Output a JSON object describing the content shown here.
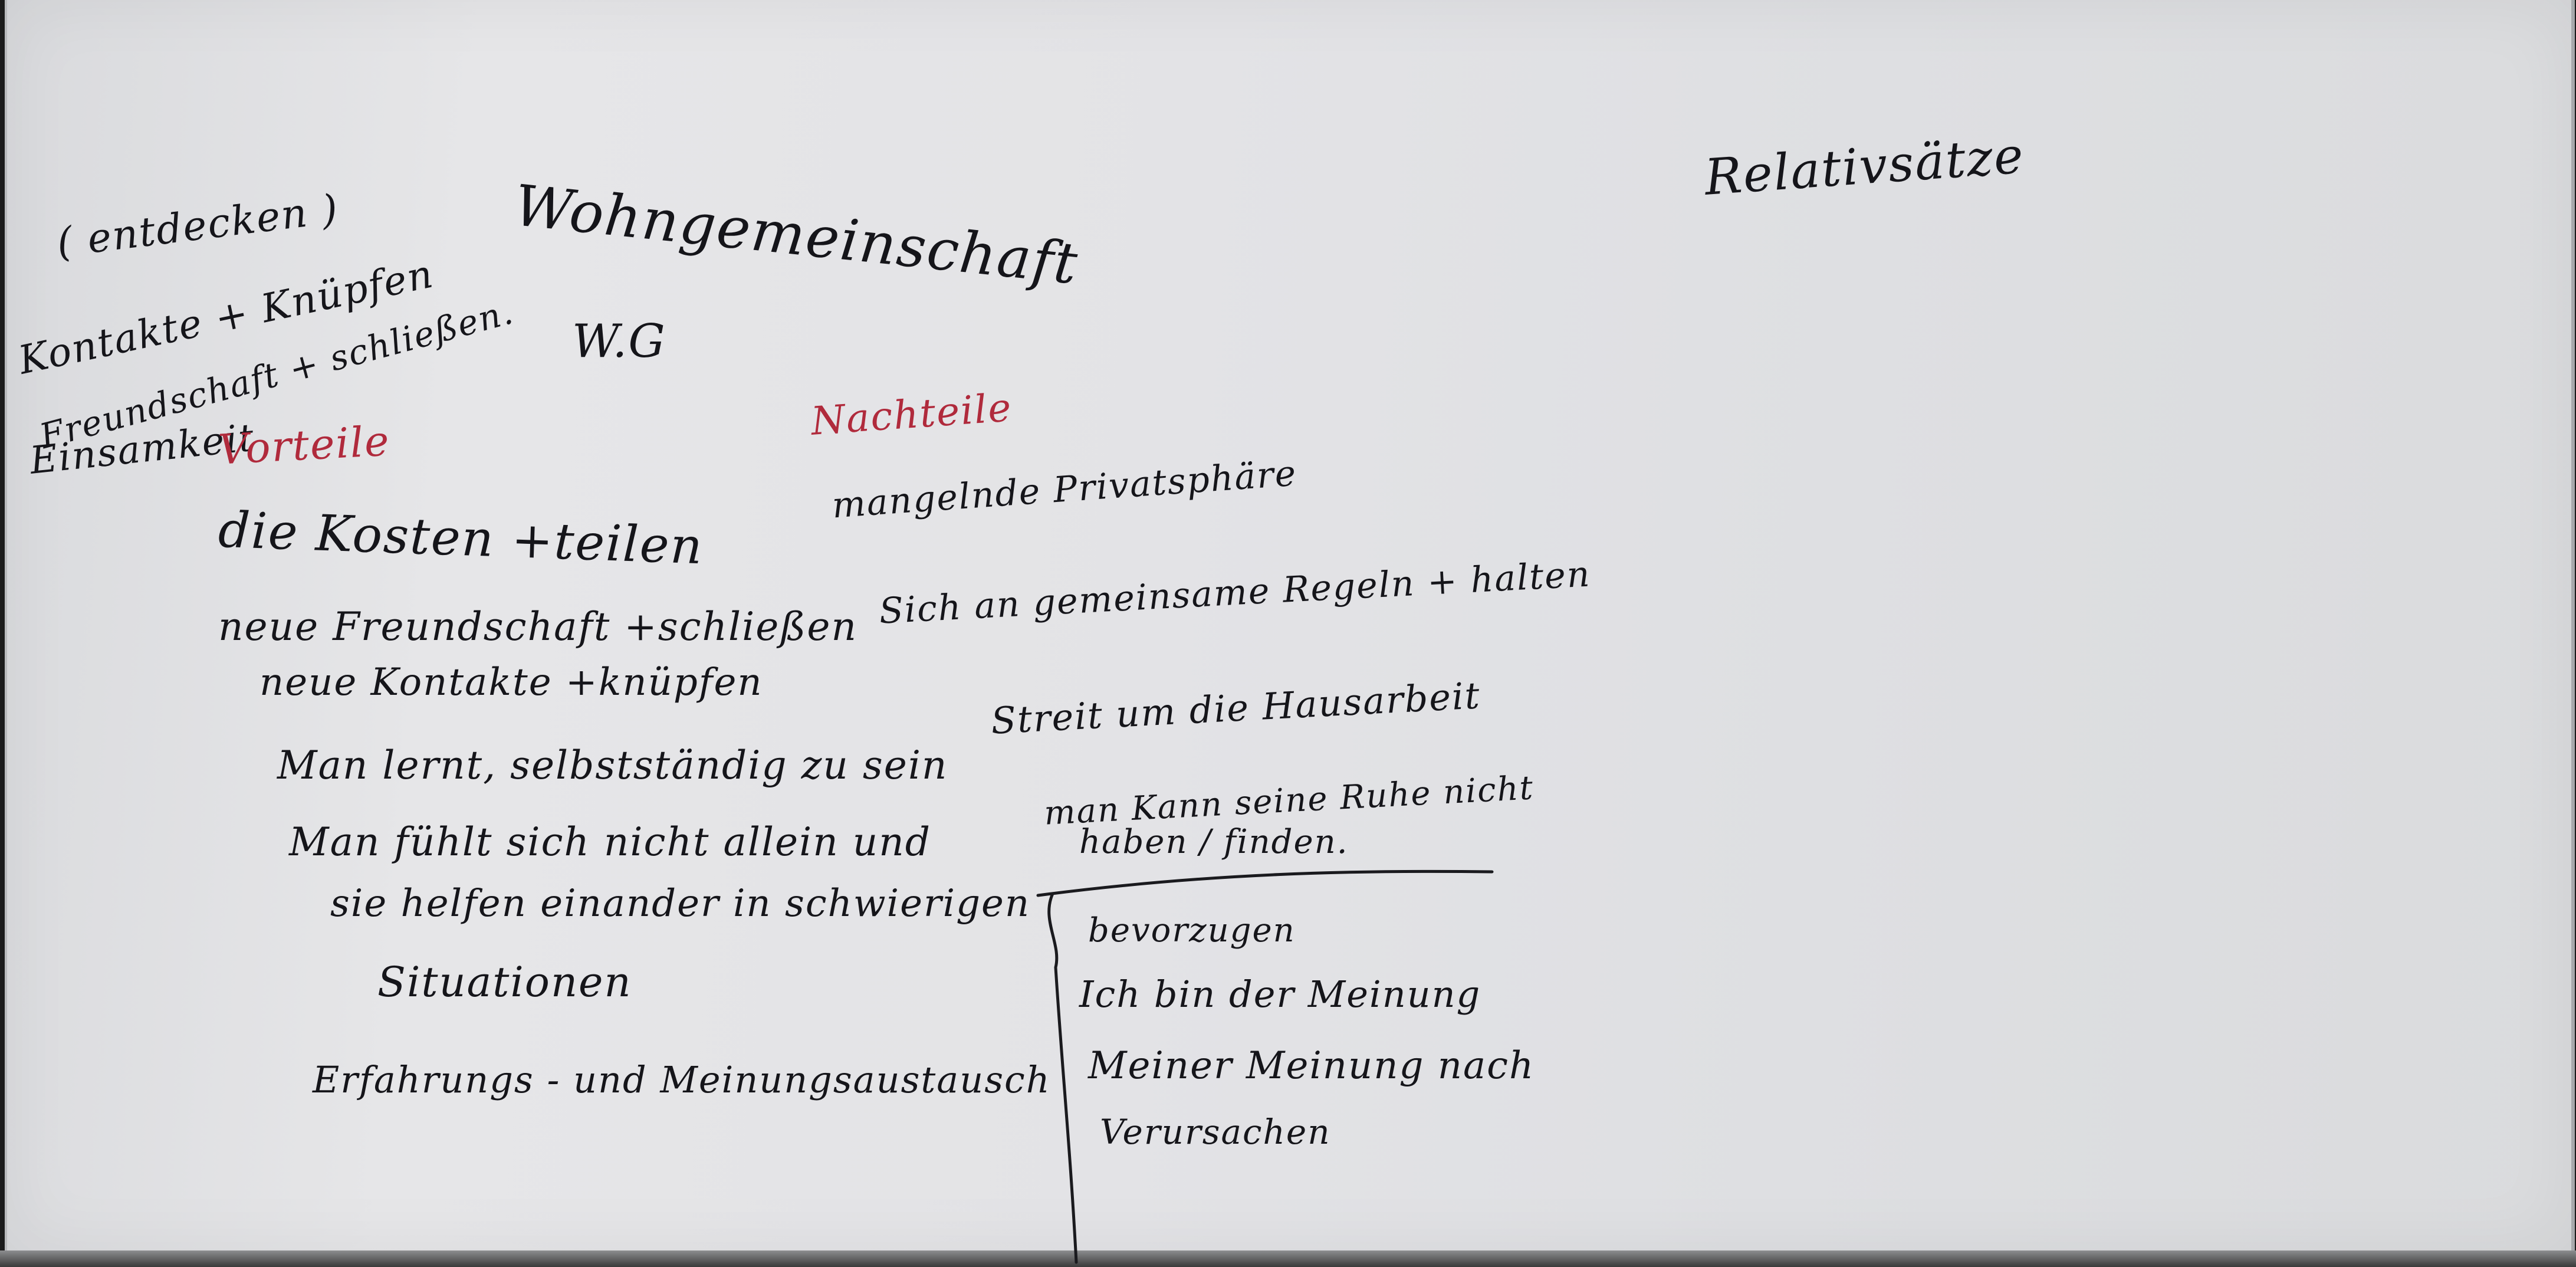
{
  "board": {
    "colors": {
      "ink": "#15151a",
      "accent": "#b02a3c",
      "surface": "#e3e3e6"
    },
    "left_notes": {
      "entdecken": "( entdecken )",
      "kontakte": "Kontakte + Knüpfen",
      "freundschaft": "Freundschaft + schließen.",
      "einsamkeit": "Einsamkeit"
    },
    "topic": {
      "title": "Wohngemeinschaft",
      "abbr": "W.G"
    },
    "vorteile": {
      "heading": "Vorteile",
      "items": [
        "die Kosten +teilen",
        "neue Freundschaft +schließen",
        "neue Kontakte +knüpfen",
        "Man lernt, selbstständig zu sein",
        "Man fühlt sich nicht allein und",
        "sie helfen einander in schwierigen",
        "Situationen",
        "Erfahrungs - und Meinungsaustausch"
      ]
    },
    "nachteile": {
      "heading": "Nachteile",
      "items": [
        "mangelnde Privatsphäre",
        "Sich an gemeinsame Regeln + halten",
        "Streit um die Hausarbeit",
        "man Kann seine Ruhe nicht",
        "haben / finden."
      ]
    },
    "phrases": {
      "items": [
        "bevorzugen",
        "Ich bin der Meinung",
        "Meiner Meinung nach",
        "Verursachen"
      ]
    },
    "grammar": {
      "title": "Relativsätze"
    }
  }
}
